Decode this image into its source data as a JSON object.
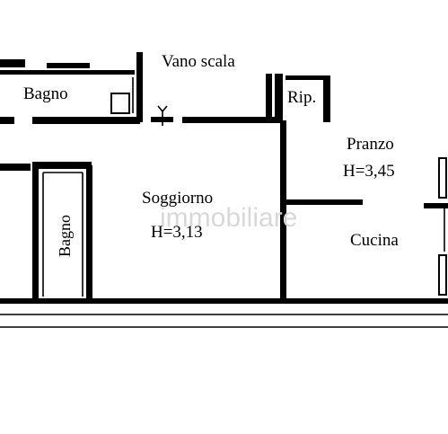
{
  "rooms": {
    "vano_scala": "Vano scala",
    "bagno_top": "Bagno",
    "ripostiglio": "Rip.",
    "pranzo": "Pranzo",
    "pranzo_height": "H=3,45",
    "soggiorno": "Soggiorno",
    "soggiorno_height": "H=3,13",
    "cucina": "Cucina",
    "bagno_left": "Bagno"
  },
  "watermark": "immobiliare"
}
